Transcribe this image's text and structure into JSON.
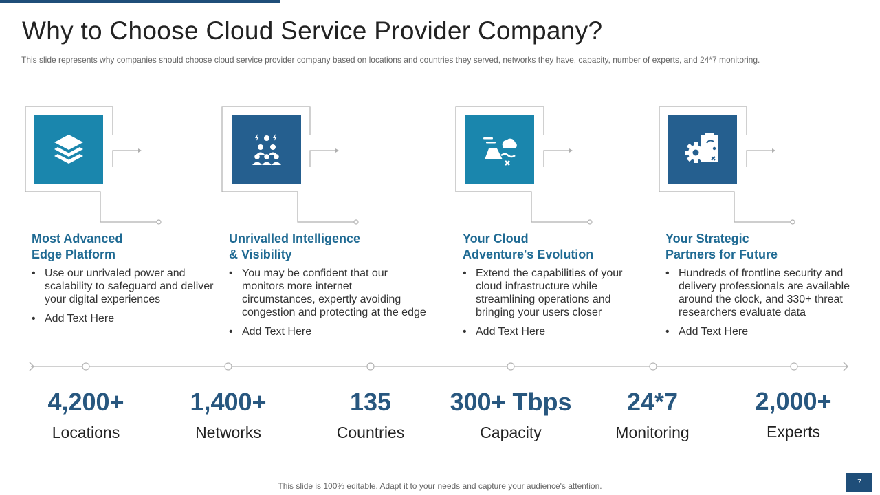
{
  "title": "Why to Choose Cloud Service Provider Company?",
  "subtitle": "This slide represents why companies should choose cloud service provider  company based on locations and countries they served,  networks they have,  capacity, number of experts, and 24*7 monitoring.",
  "colors": {
    "accent_teal": "#1a86ad",
    "accent_navy": "#255f8f",
    "heading_blue": "#1f6a93",
    "stat_blue": "#28577f"
  },
  "cards": [
    {
      "icon": "stacked-layers-icon",
      "title_line1": "Most Advanced",
      "title_line2": "Edge Platform",
      "bullets": [
        "Use our unrivaled power and scalability to safeguard and deliver your digital experiences",
        "Add Text Here"
      ]
    },
    {
      "icon": "team-ideas-icon",
      "title_line1": "Unrivalled Intelligence",
      "title_line2": "& Visibility",
      "bullets": [
        "You may be confident that our monitors more internet circumstances, expertly avoiding congestion and protecting at the edge",
        "Add Text Here"
      ]
    },
    {
      "icon": "cloud-adventure-icon",
      "title_line1": "Your Cloud",
      "title_line2": "Adventure's Evolution",
      "bullets": [
        "Extend the capabilities of your cloud infrastructure  while streamlining operations and bringing your users closer",
        "Add Text Here"
      ]
    },
    {
      "icon": "strategy-gear-icon",
      "title_line1": "Your Strategic",
      "title_line2": "Partners for Future",
      "bullets": [
        "Hundreds of frontline security and delivery professionals are available around the clock, and 330+ threat researchers evaluate data",
        "Add Text Here"
      ]
    }
  ],
  "stats": [
    {
      "value": "4,200+",
      "label": "Locations"
    },
    {
      "value": "1,400+",
      "label": "Networks"
    },
    {
      "value": "135",
      "label": "Countries"
    },
    {
      "value": "300+ Tbps",
      "label": "Capacity"
    },
    {
      "value": "24*7",
      "label": "Monitoring"
    },
    {
      "value": "2,000+",
      "label": "Experts"
    }
  ],
  "footer": "This slide is 100% editable. Adapt it to your needs and capture your audience's attention.",
  "page_number": "7"
}
